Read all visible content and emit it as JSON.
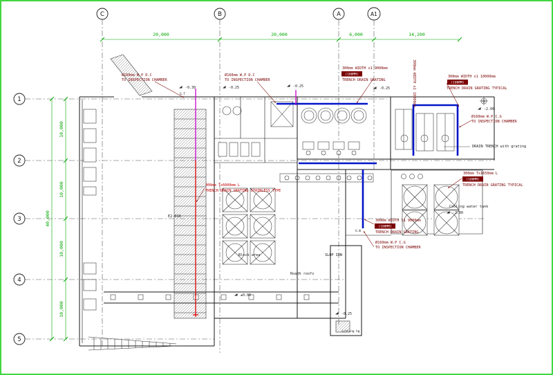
{
  "drawing_meta": {
    "type": "cad-floor-plan-drainage",
    "colors": {
      "border_green": "#00C800",
      "dimension_green": "#00A800",
      "annotation_maroon": "#7A0000",
      "trench_blue": "#0014C8",
      "line_red": "#D90000",
      "line_magenta": "#C800C8"
    }
  },
  "grid": {
    "top": [
      "C",
      "B",
      "A",
      "A1"
    ],
    "left": [
      "1",
      "2",
      "3",
      "4",
      "5"
    ]
  },
  "dimensions": {
    "top": [
      "20,000",
      "20,000",
      "6,000",
      "14,200"
    ],
    "left": [
      "10,000",
      "10,000",
      "10,000",
      "10,000"
    ],
    "left_overall": "40,000"
  },
  "annotations": {
    "wp_dc_left": {
      "l1": "Ø160mm W.P D.C",
      "l2": "TO INSPECTION CHAMBER"
    },
    "wp_dc_mid": {
      "l1": "Ø160mm W.P D.C",
      "l2": "TO INSPECTION CHAMBER"
    },
    "trench_top": {
      "l1": "300mm WIDTH x1 9000mm",
      "chip": "(100MM)",
      "l3": "TRENCH DRAIN GRATING"
    },
    "trench_vertical": {
      "l1": "300mm WIDTH x1 10000mm"
    },
    "trench_right": {
      "l1": "300mm WIDTH x1 10000mm",
      "chip": "(100MM)",
      "l3": "TRENCH DRAIN GRATING TYPICAL"
    },
    "wp_cg_right": {
      "l1": "Ø160mm W.P C.G",
      "l2": "TO INSPECTION CHAMBER"
    },
    "trench_1650": {
      "l1": "300mm Tx1650mm L",
      "chip": "(100MM)",
      "l3": "TRENCH DRAIN GRATING TYPICAL"
    },
    "trench_mid": {
      "l1": "300mm WIDTH x1 9000mm",
      "chip": "(100MM)",
      "l3": "TRENCH DRAIN GRATING"
    },
    "wp_cg_mid": {
      "l1": "Ø160mm W.P C.G",
      "l2": "TO INSPECTION CHAMBER"
    },
    "trench_stainless": {
      "l1": "300mm Tx6000mm L",
      "l2": "TRENCH DRAIN GRATING STAINLESS TYPE"
    }
  },
  "labels": {
    "drain_trench": "DRAIN TRENCH with grating",
    "cooling_water_tank": "Cooling water tank",
    "room_code": "E2-010",
    "block_area": "Block area",
    "slop_ion": "SLOP ION",
    "roadh_roofs": "Roadh roofs",
    "sitting_hg": "sitting hg",
    "gully_trap": "G.T",
    "gully_waste": "G.W"
  },
  "elevations": {
    "e1": "-0.30",
    "e2": "-0.25",
    "e3": "-0.25",
    "e4": "-0.25",
    "e5": "-2.00",
    "e6": "±0.00",
    "e7": "-0.25",
    "e8": "-2.00"
  }
}
